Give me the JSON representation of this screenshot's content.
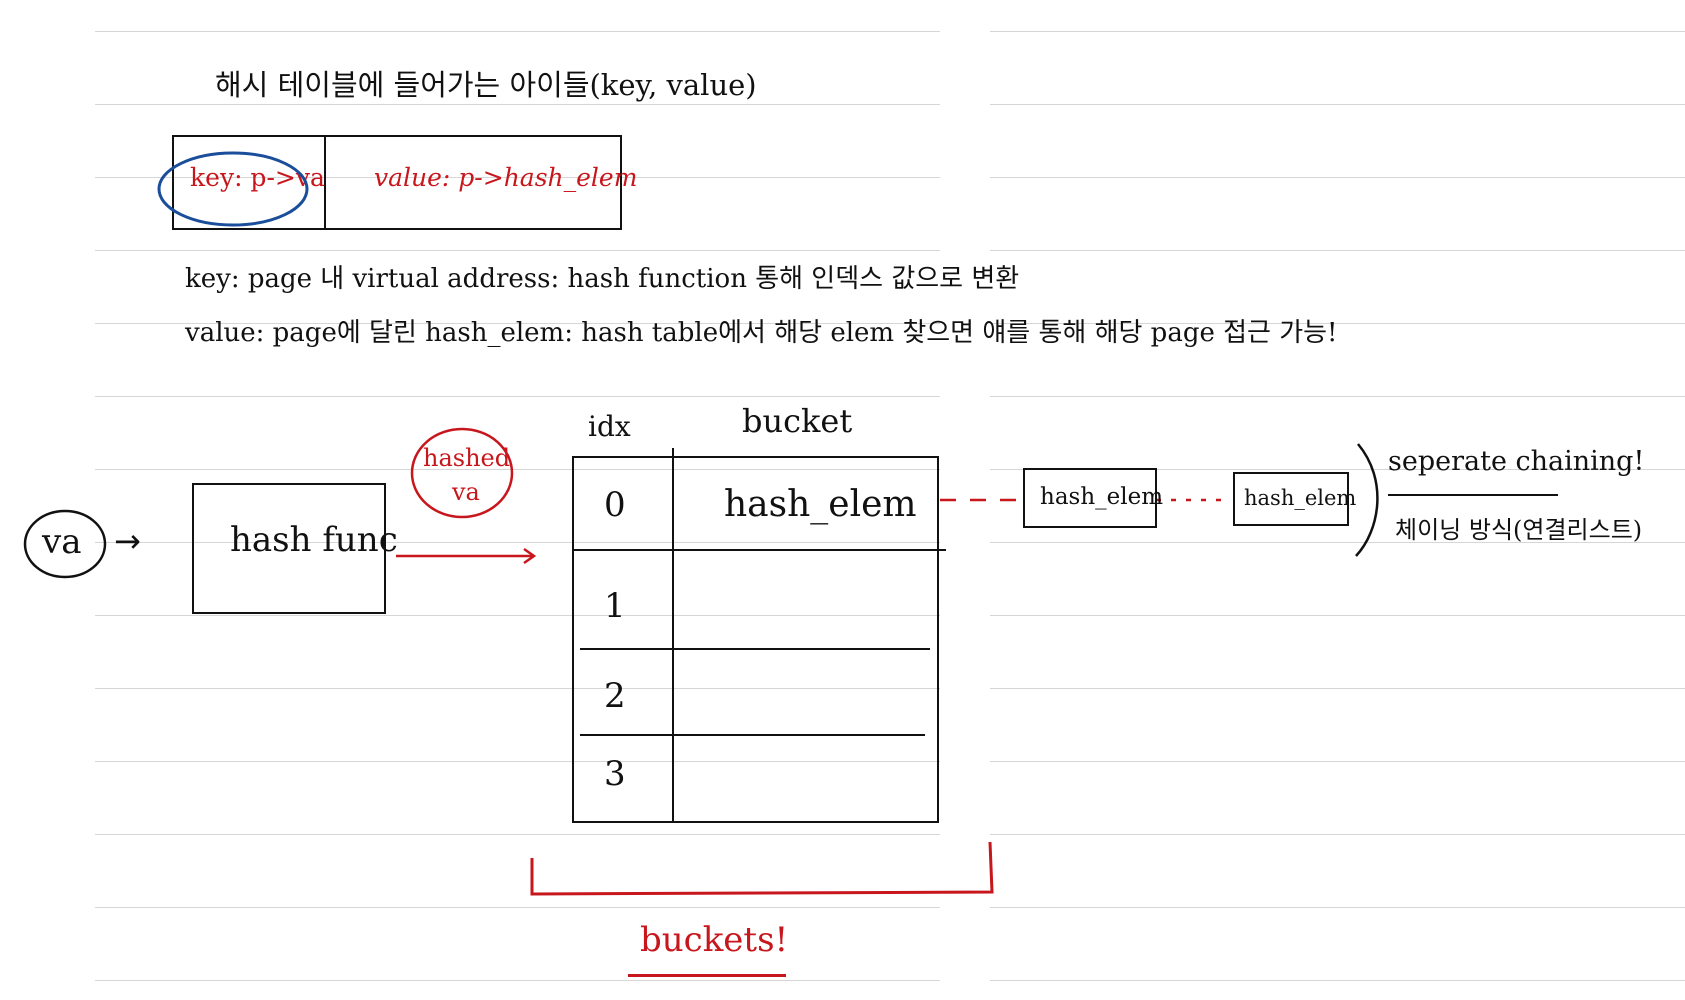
{
  "heading": "해시 테이블에 들어가는 아이들(key, value)",
  "entry": {
    "key_label": "key: p->va",
    "value_label": "value: p->hash_elem"
  },
  "notes": {
    "key_line": "key: page 내 virtual address: hash function 통해 인덱스 값으로 변환",
    "value_line": "value: page에 달린 hash_elem: hash table에서 해당 elem 찾으면 얘를 통해 해당 page 접근 가능!"
  },
  "diagram": {
    "input_label": "va",
    "arrow_glyph": "→",
    "hash_func_label": "hash func",
    "hashed_label_line1": "hashed",
    "hashed_label_line2": "va",
    "table": {
      "idx_header": "idx",
      "bucket_header": "bucket",
      "indices": [
        "0",
        "1",
        "2",
        "3"
      ],
      "first_bucket": "hash_elem"
    },
    "chain": [
      "hash_elem",
      "hash_elem"
    ],
    "chaining_title": "seperate chaining!",
    "chaining_note": "체이닝 방식(연결리스트)",
    "buckets_label": "buckets!"
  },
  "colors": {
    "red": "#c8161d",
    "blue": "#1a4e9a",
    "ink": "#111111",
    "rule": "#d6d6d6"
  }
}
